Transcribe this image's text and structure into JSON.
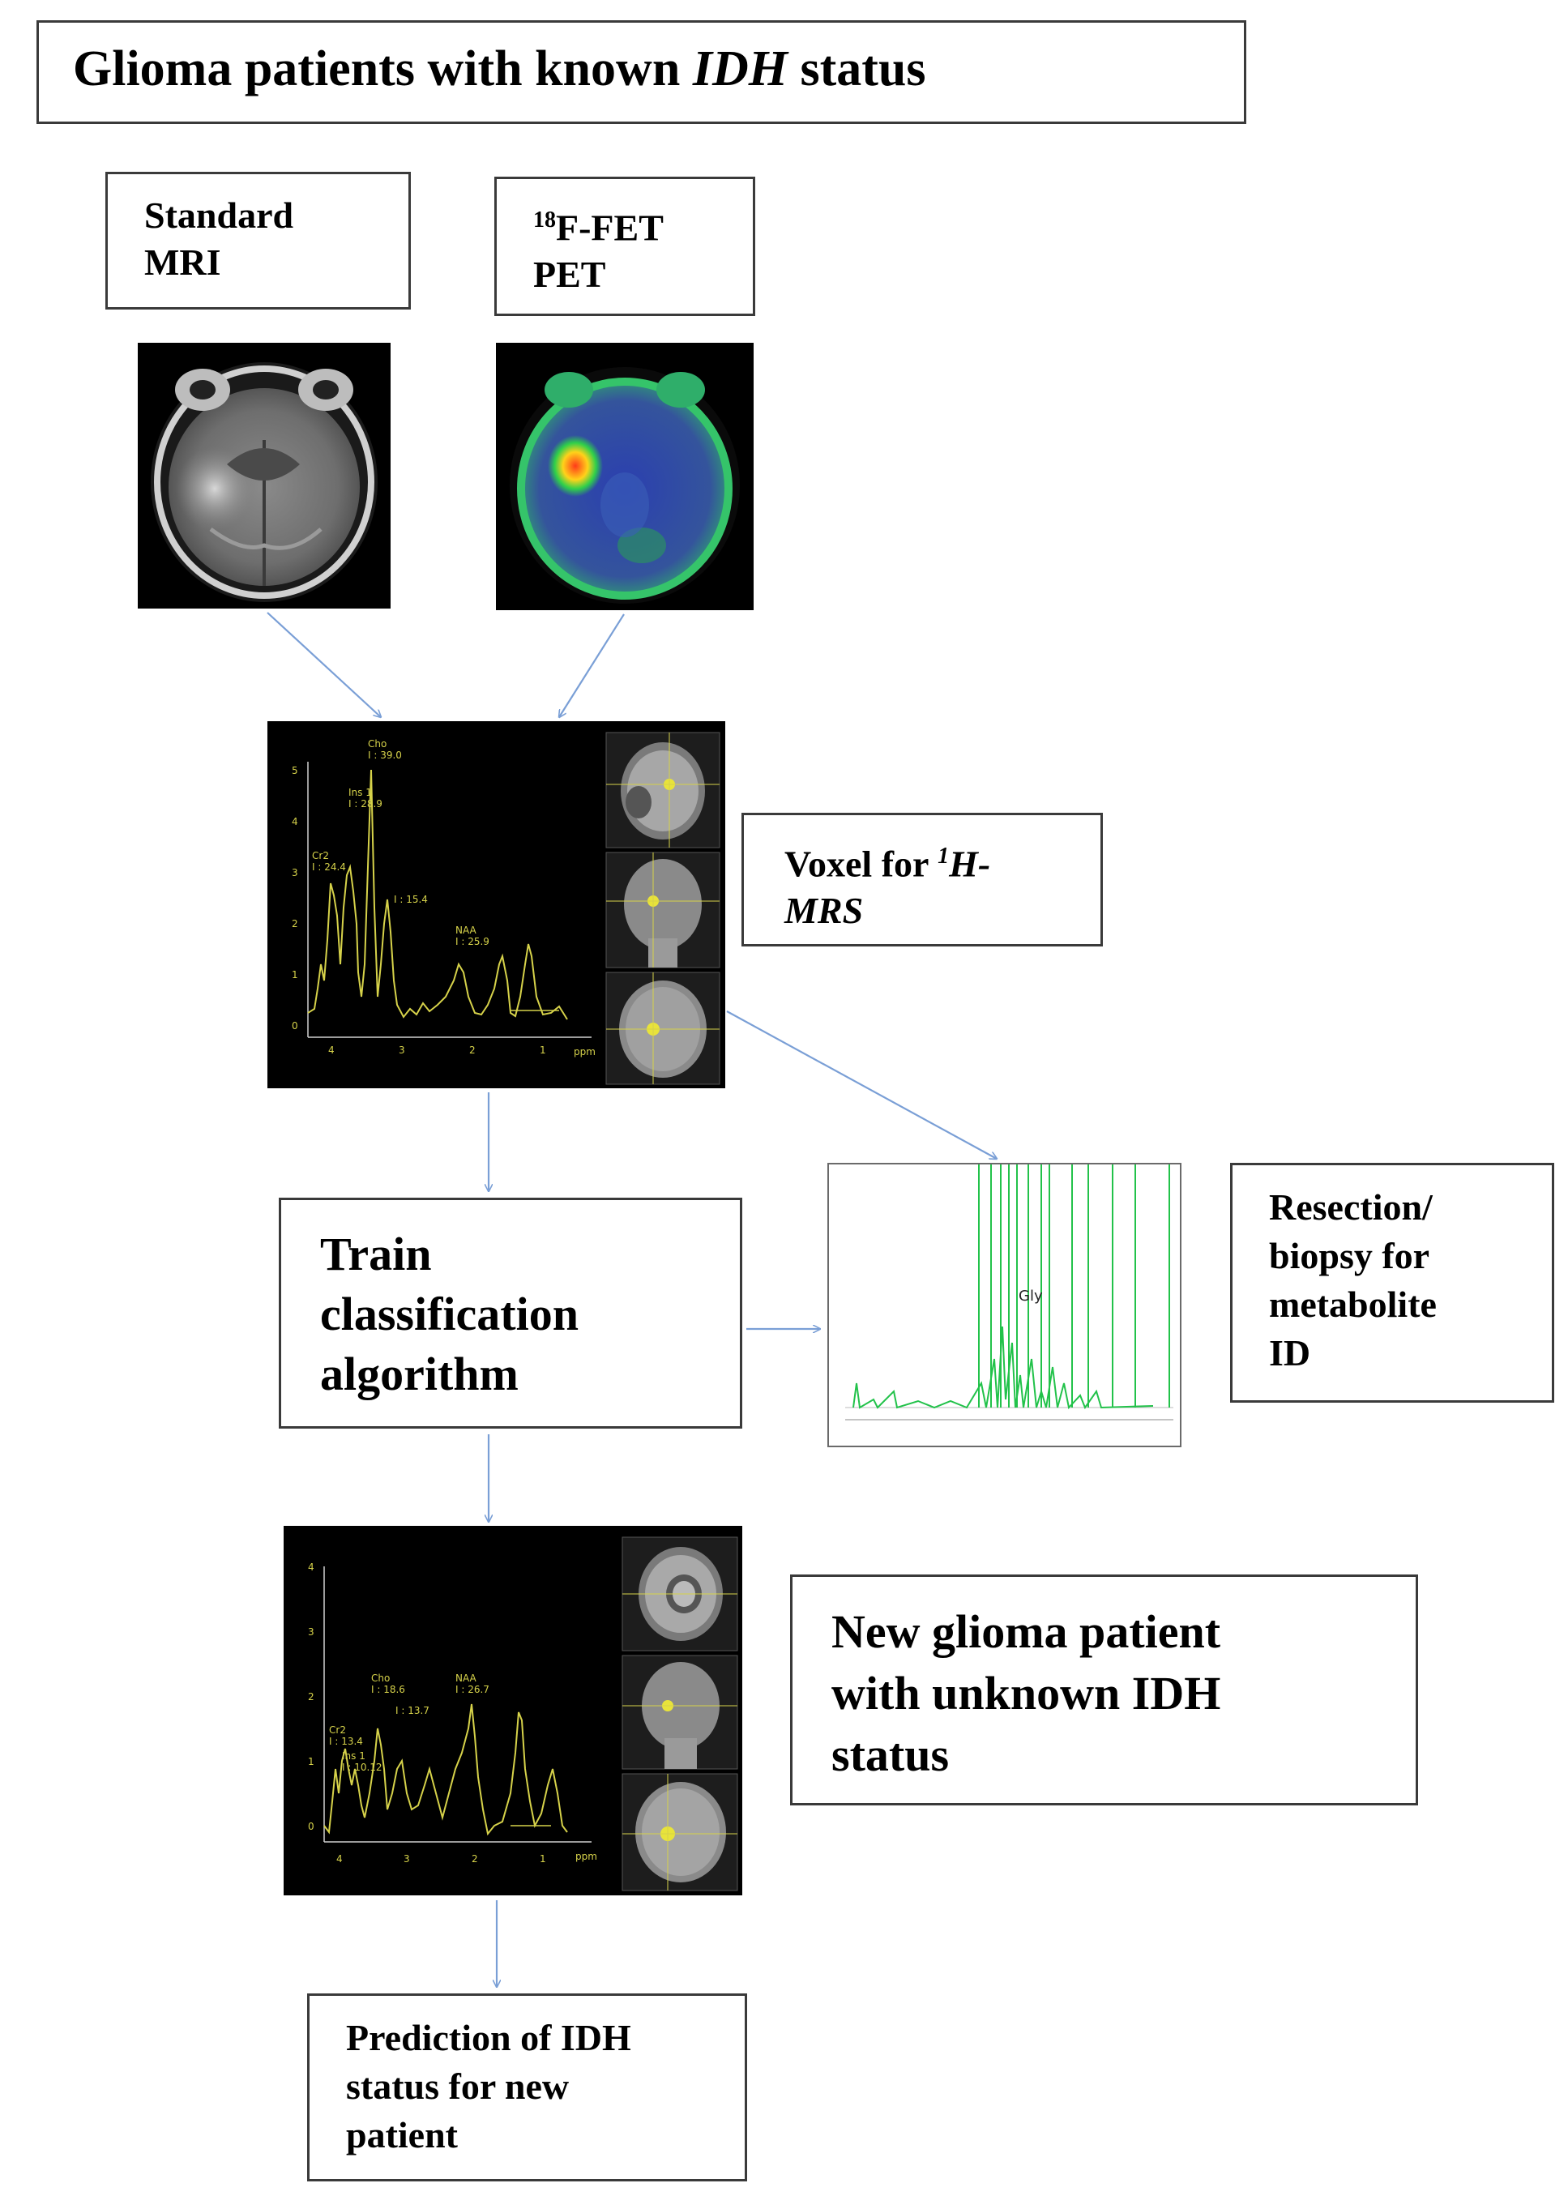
{
  "title": {
    "before": "Glioma patients with known ",
    "italic": "IDH",
    "after": " status"
  },
  "mri_label": {
    "line1": "Standard",
    "line2": "MRI"
  },
  "pet_label": {
    "sup": "18",
    "line1": "F-FET",
    "line2": "PET"
  },
  "voxel_label": {
    "line1": "Voxel for ",
    "sup": "1",
    "italic1": "H-",
    "italic2": "MRS"
  },
  "train_label": {
    "line1": "Train",
    "line2": "classification",
    "line3": "algorithm"
  },
  "resection_label": {
    "line1": "Resection/",
    "line2": "biopsy for",
    "line3": "metabolite",
    "line4": "ID"
  },
  "new_patient_label": {
    "line1": "New glioma patient",
    "line2": "with unknown IDH",
    "line3": "status"
  },
  "prediction_label": {
    "line1": "Prediction of IDH",
    "line2": "status for new",
    "line3": "patient"
  },
  "spectrum1": {
    "peaks": [
      {
        "name": "Cho",
        "value": "I : 39.0"
      },
      {
        "name": "Ins 1",
        "value": "I : 28.9"
      },
      {
        "name": "Cr2",
        "value": "I : 24.4"
      },
      {
        "name": "",
        "value": "I : 15.4"
      },
      {
        "name": "NAA",
        "value": "I : 25.9"
      }
    ],
    "y_ticks": [
      "5",
      "4",
      "3",
      "2",
      "1",
      "0"
    ],
    "x_ticks": [
      "4",
      "3",
      "2",
      "1"
    ],
    "unit": "ppm"
  },
  "spectrum2": {
    "peaks": [
      {
        "name": "Cho",
        "value": "I : 18.6"
      },
      {
        "name": "NAA",
        "value": "I : 26.7"
      },
      {
        "name": "Cr2",
        "value": "I : 13.4"
      },
      {
        "name": "Ins 1",
        "value": "I : 10.12"
      },
      {
        "name": "",
        "value": "I : 13.7"
      }
    ],
    "y_ticks": [
      "4",
      "3",
      "2",
      "1",
      "0"
    ],
    "x_ticks": [
      "4",
      "3",
      "2",
      "1"
    ],
    "unit": "ppm"
  },
  "nmr": {
    "label": "Gly"
  },
  "colors": {
    "arrow": "#7a9fd6",
    "border": "#3a3a3a",
    "spectrum": "#d6d24a",
    "nmr": "#22c24a"
  }
}
